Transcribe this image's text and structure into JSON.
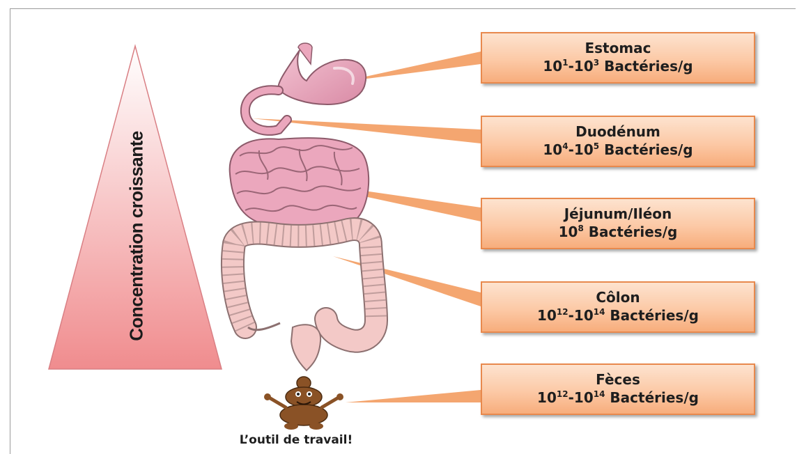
{
  "pyramid_label": "Concentration croissante",
  "caption": "L’outil de travail!",
  "labels": [
    {
      "name": "Estomac",
      "count": {
        "a": "10",
        "a_exp": "1",
        "sep": "-",
        "b": "10",
        "b_exp": "3",
        "unit": " Bactéries/g"
      }
    },
    {
      "name": "Duodénum",
      "count": {
        "a": "10",
        "a_exp": "4",
        "sep": "-",
        "b": "10",
        "b_exp": "5",
        "unit": " Bactéries/g"
      }
    },
    {
      "name": "Jéjunum/Iléon",
      "count": {
        "a": "10",
        "a_exp": "8",
        "unit": " Bactéries/g"
      }
    },
    {
      "name": "Côlon",
      "count": {
        "a": "10",
        "a_exp": "12",
        "sep": "-",
        "b": "10",
        "b_exp": "14",
        "unit": " Bactéries/g"
      }
    },
    {
      "name": "Fèces",
      "count": {
        "a": "10",
        "a_exp": "12",
        "sep": "-",
        "b": "10",
        "b_exp": "14",
        "unit": " Bactéries/g"
      }
    }
  ],
  "colors": {
    "pyramid_top": "#ffffff",
    "pyramid_bottom": "#f08c8e",
    "organ_pink": "#eba7bd",
    "colon_pink": "#f3c9c7",
    "box_border": "#e8894d",
    "pointer": "#f4a670",
    "poop_brown": "#8a5226"
  }
}
